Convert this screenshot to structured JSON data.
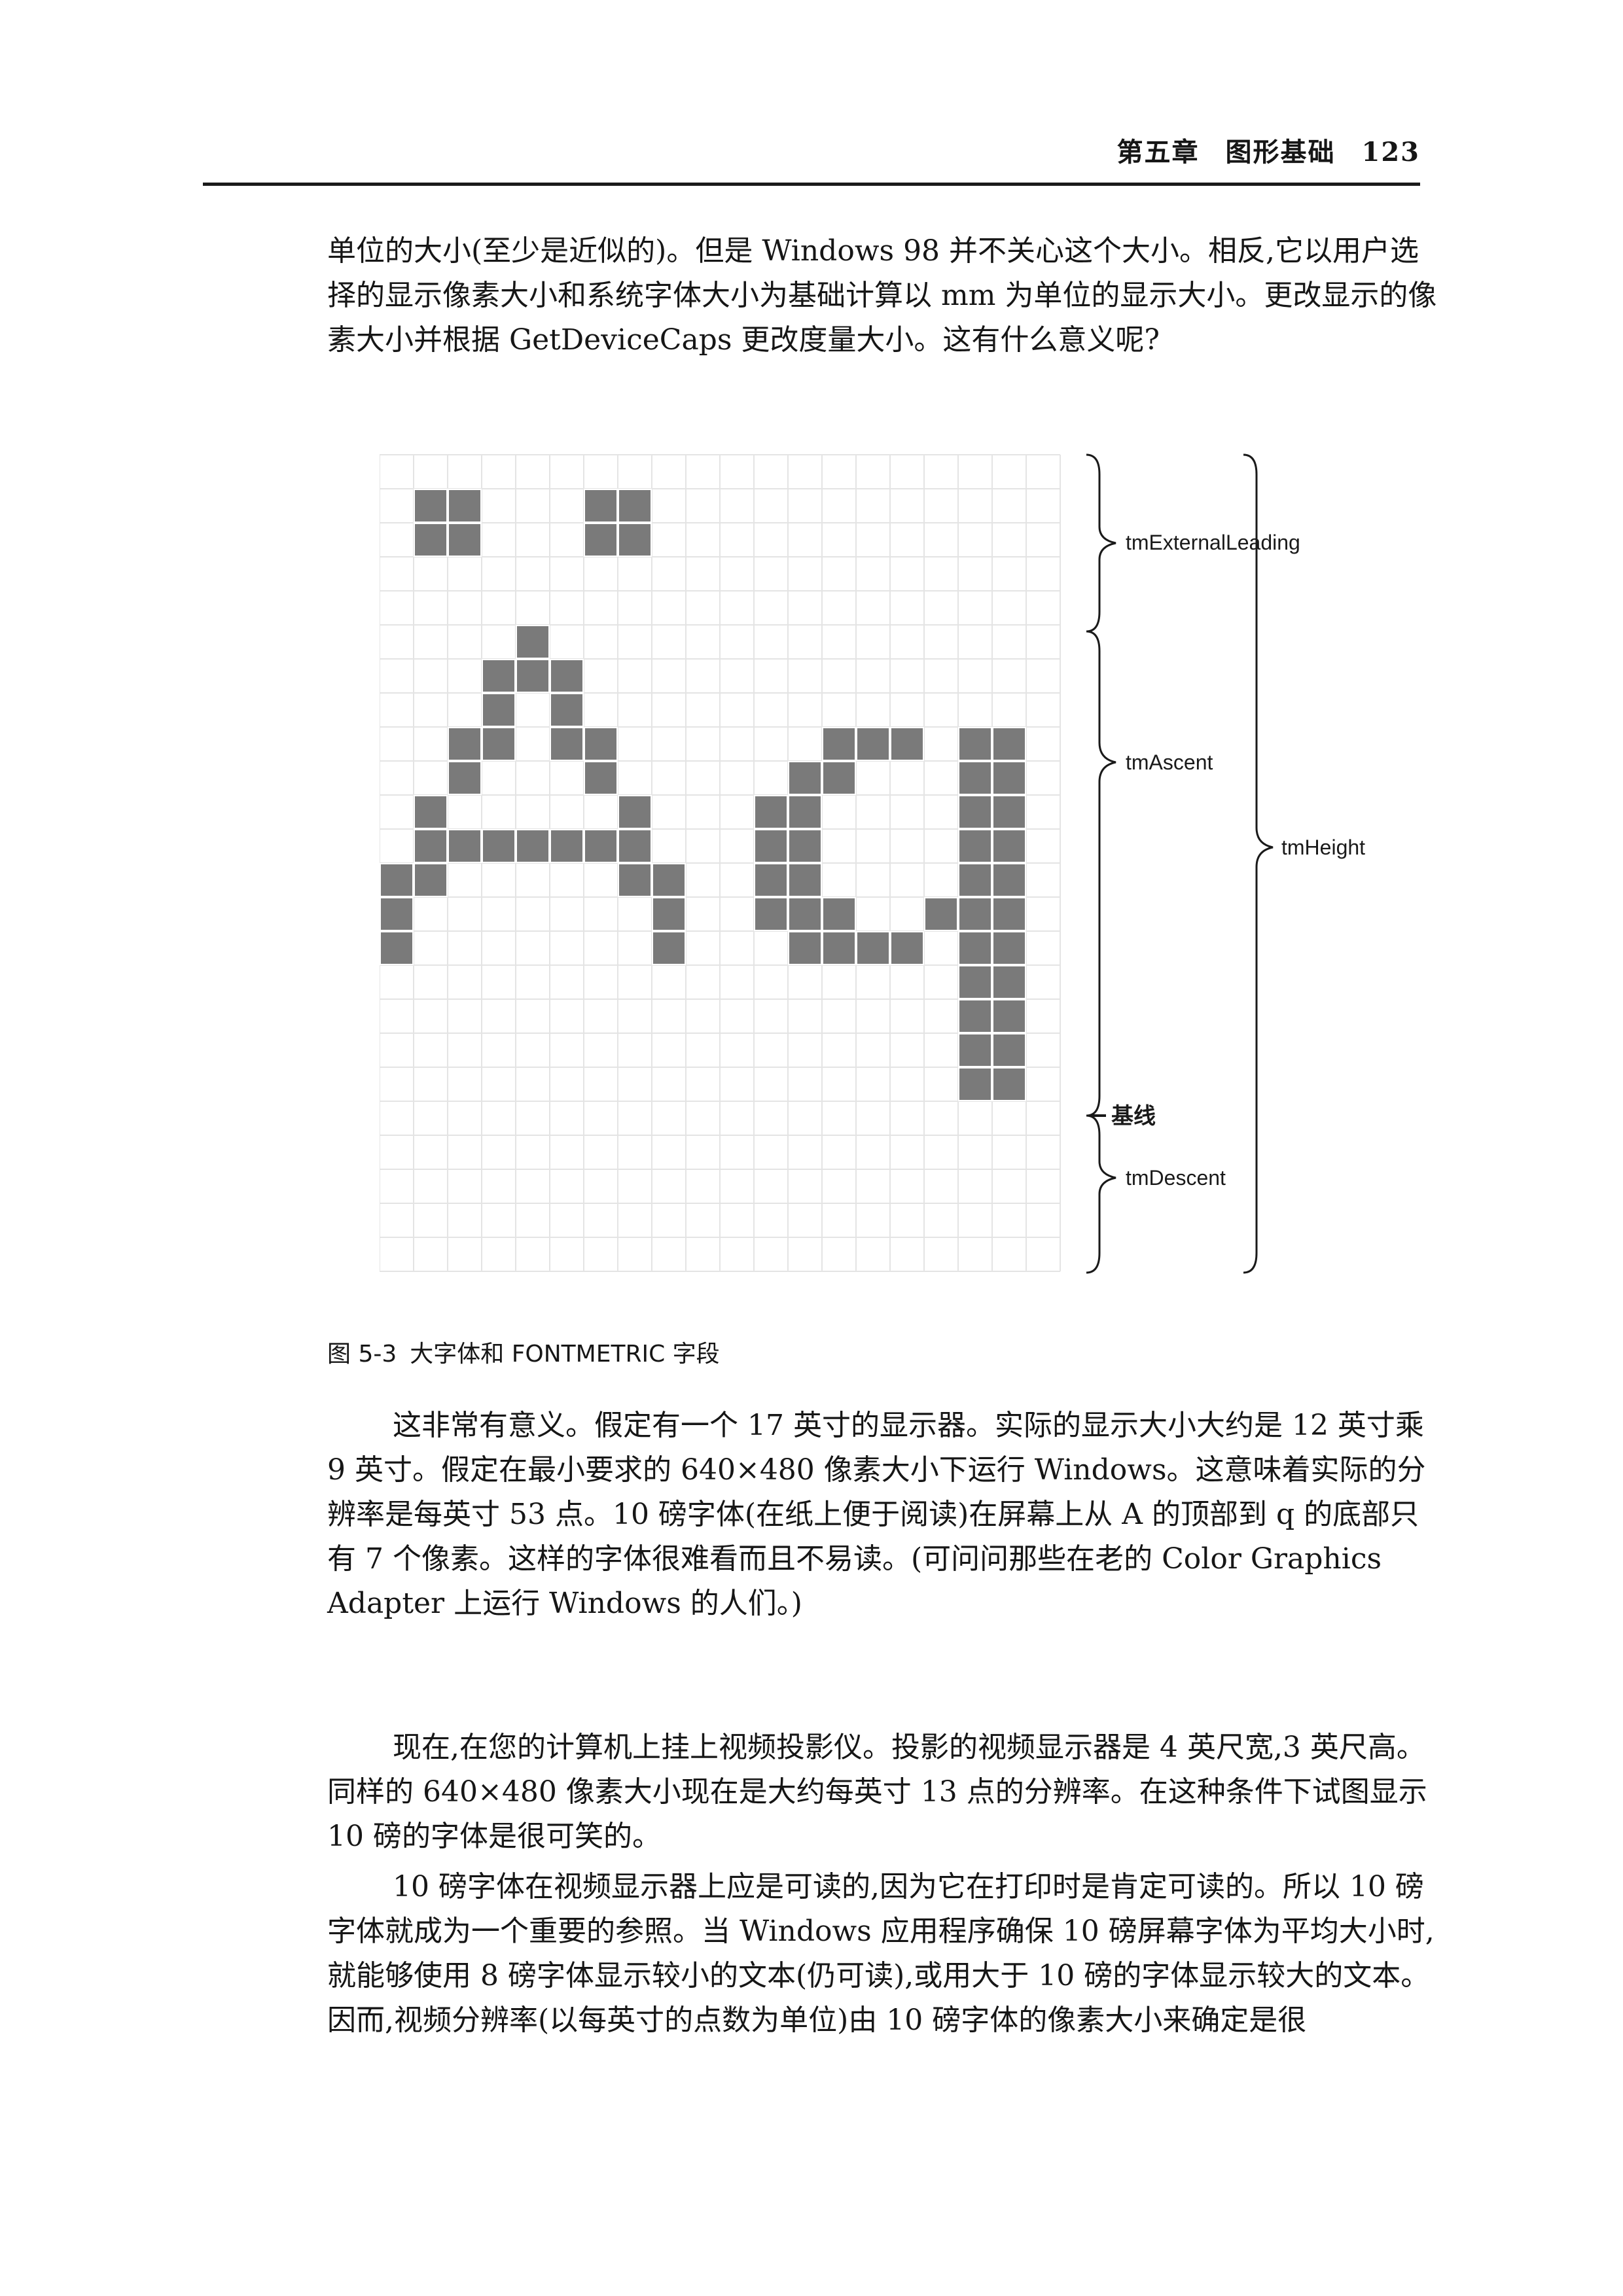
{
  "header": {
    "chapter": "第五章",
    "section": "图形基础",
    "page_number": "123"
  },
  "top_paragraph": "单位的大小(至少是近似的)。但是 Windows 98 并不关心这个大小。相反,它以用户选择的显示像素大小和系统字体大小为基础计算以 mm 为单位的显示大小。更改显示的像素大小并根据 GetDeviceCaps 更改度量大小。这有什么意义呢?",
  "figure": {
    "labels": {
      "external_leading": "tmExternalLeading",
      "ascent": "tmAscent",
      "height": "tmHeight",
      "baseline": "基线",
      "descent": "tmDescent"
    },
    "glyph_cells": [
      [
        1,
        1
      ],
      [
        2,
        1
      ],
      [
        1,
        2
      ],
      [
        2,
        2
      ],
      [
        6,
        1
      ],
      [
        7,
        1
      ],
      [
        6,
        2
      ],
      [
        7,
        2
      ],
      [
        4,
        5
      ],
      [
        4,
        6
      ],
      [
        3,
        6
      ],
      [
        5,
        6
      ],
      [
        3,
        7
      ],
      [
        5,
        7
      ],
      [
        2,
        8
      ],
      [
        3,
        8
      ],
      [
        5,
        8
      ],
      [
        6,
        8
      ],
      [
        2,
        9
      ],
      [
        6,
        9
      ],
      [
        1,
        10
      ],
      [
        7,
        10
      ],
      [
        1,
        11
      ],
      [
        2,
        11
      ],
      [
        3,
        11
      ],
      [
        4,
        11
      ],
      [
        5,
        11
      ],
      [
        6,
        11
      ],
      [
        7,
        11
      ],
      [
        0,
        12
      ],
      [
        1,
        12
      ],
      [
        7,
        12
      ],
      [
        8,
        12
      ],
      [
        0,
        13
      ],
      [
        8,
        13
      ],
      [
        0,
        14
      ],
      [
        8,
        14
      ],
      [
        13,
        8
      ],
      [
        14,
        8
      ],
      [
        15,
        8
      ],
      [
        17,
        8
      ],
      [
        18,
        8
      ],
      [
        12,
        9
      ],
      [
        13,
        9
      ],
      [
        17,
        9
      ],
      [
        18,
        9
      ],
      [
        11,
        10
      ],
      [
        12,
        10
      ],
      [
        17,
        10
      ],
      [
        18,
        10
      ],
      [
        11,
        11
      ],
      [
        12,
        11
      ],
      [
        17,
        11
      ],
      [
        18,
        11
      ],
      [
        11,
        12
      ],
      [
        12,
        12
      ],
      [
        17,
        12
      ],
      [
        18,
        12
      ],
      [
        11,
        13
      ],
      [
        12,
        13
      ],
      [
        13,
        13
      ],
      [
        16,
        13
      ],
      [
        17,
        13
      ],
      [
        18,
        13
      ],
      [
        12,
        14
      ],
      [
        13,
        14
      ],
      [
        14,
        14
      ],
      [
        15,
        14
      ],
      [
        17,
        14
      ],
      [
        18,
        14
      ],
      [
        17,
        15
      ],
      [
        18,
        15
      ],
      [
        17,
        16
      ],
      [
        18,
        16
      ],
      [
        17,
        17
      ],
      [
        18,
        17
      ],
      [
        17,
        18
      ],
      [
        18,
        18
      ]
    ]
  },
  "caption": {
    "number": "图 5-3",
    "title": "大字体和 FONTMETRIC 字段"
  },
  "paragraphs": [
    "这非常有意义。假定有一个 17 英寸的显示器。实际的显示大小大约是 12 英寸乘 9 英寸。假定在最小要求的 640×480 像素大小下运行 Windows。这意味着实际的分辨率是每英寸 53 点。10 磅字体(在纸上便于阅读)在屏幕上从 A 的顶部到 q 的底部只有 7 个像素。这样的字体很难看而且不易读。(可问问那些在老的 Color Graphics Adapter 上运行 Windows 的人们。)",
    "现在,在您的计算机上挂上视频投影仪。投影的视频显示器是 4 英尺宽,3 英尺高。同样的 640×480 像素大小现在是大约每英寸 13 点的分辨率。在这种条件下试图显示 10 磅的字体是很可笑的。",
    "10 磅字体在视频显示器上应是可读的,因为它在打印时是肯定可读的。所以 10 磅字体就成为一个重要的参照。当 Windows 应用程序确保 10 磅屏幕字体为平均大小时,就能够使用 8 磅字体显示较小的文本(仍可读),或用大于 10 磅的字体显示较大的文本。因而,视频分辨率(以每英寸的点数为单位)由 10 磅字体的像素大小来确定是很"
  ]
}
